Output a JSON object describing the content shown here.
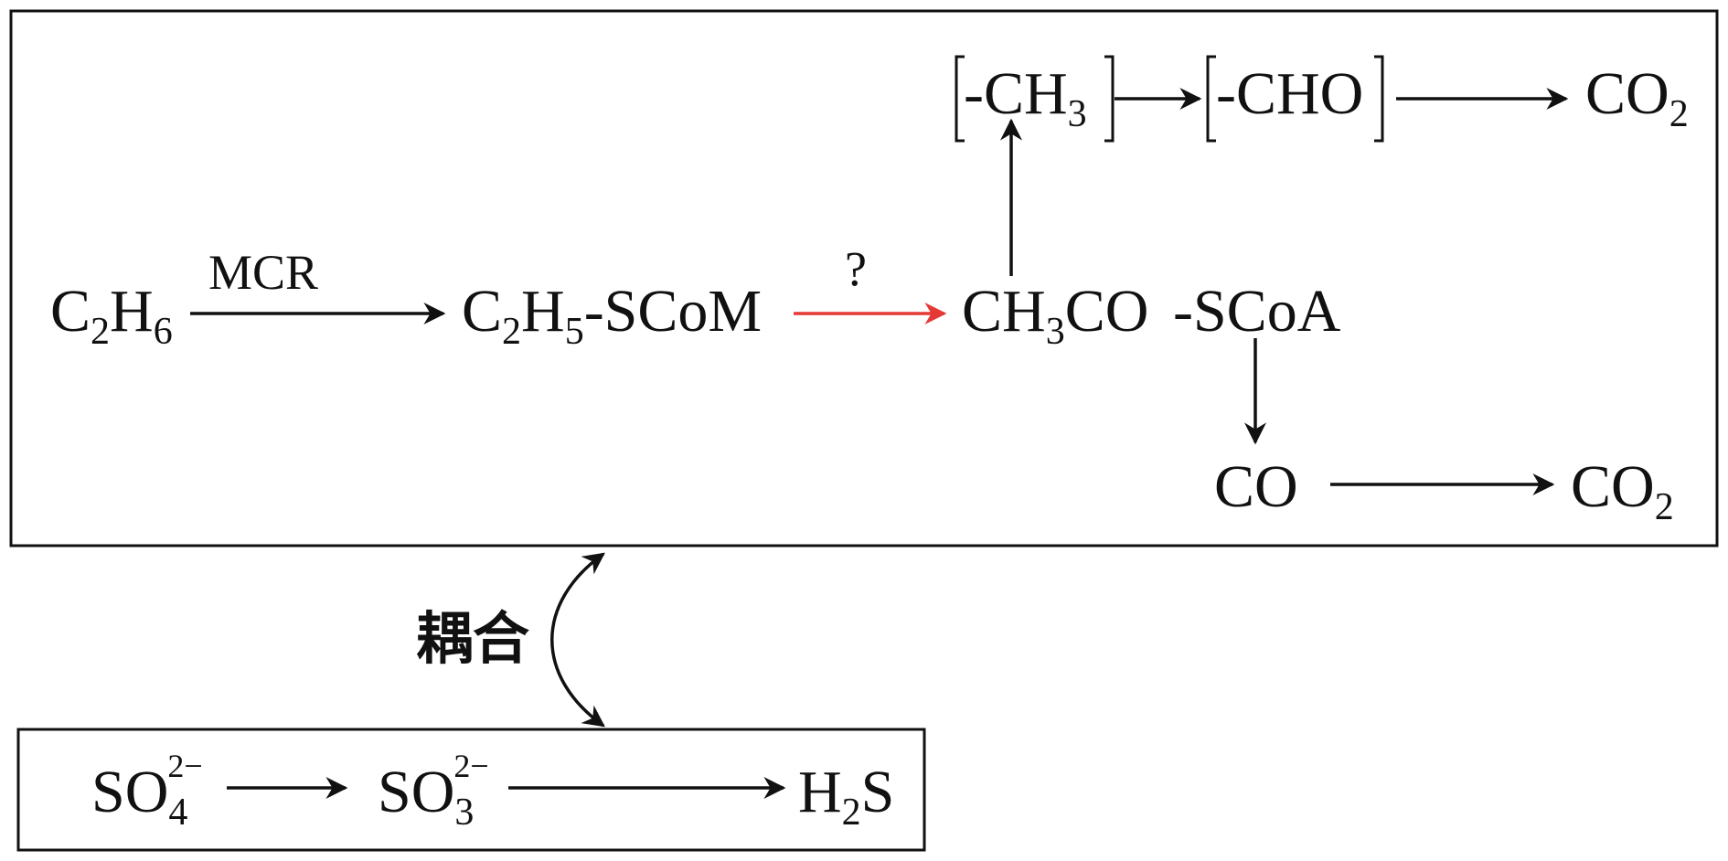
{
  "colors": {
    "ink": "#111111",
    "highlight": "#e53935",
    "background": "#ffffff"
  },
  "top_box": {
    "c2h6": {
      "base1": "C",
      "sub1": "2",
      "base2": "H",
      "sub2": "6"
    },
    "mcr_label": "MCR",
    "c2h5_scom": {
      "base1": "C",
      "sub1": "2",
      "base2": "H",
      "sub2": "5",
      "rest": "-SCoM"
    },
    "unknown_label": "?",
    "ch3co": {
      "base1": "CH",
      "sub1": "3",
      "rest": "CO"
    },
    "scoa": "-SCoA",
    "methyl": {
      "base": "-CH",
      "sub": "3"
    },
    "formyl": "-CHO",
    "co2_top": {
      "base": "CO",
      "sub": "2"
    },
    "co": "CO",
    "co2_bottom": {
      "base": "CO",
      "sub": "2"
    }
  },
  "coupling_label": "耦合",
  "bottom_box": {
    "sulfate": {
      "base": "SO",
      "sub": "4",
      "sup": "2−"
    },
    "sulfite": {
      "base": "SO",
      "sub": "3",
      "sup": "2−"
    },
    "h2s": {
      "base1": "H",
      "sub": "2",
      "base2": "S"
    }
  }
}
